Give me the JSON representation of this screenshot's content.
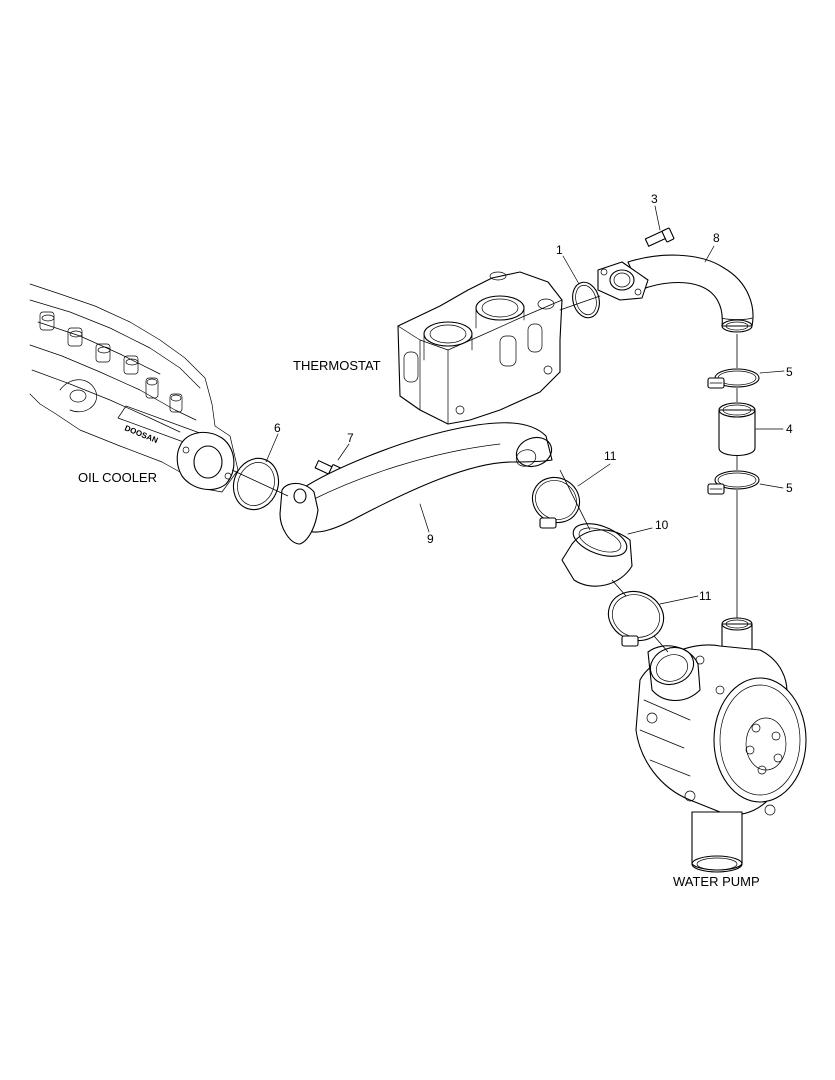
{
  "labels": {
    "oil_cooler": "OIL COOLER",
    "thermostat": "THERMOSTAT",
    "water_pump": "WATER PUMP",
    "logo_text": "DOOSAN"
  },
  "callouts": {
    "c1": "1",
    "c3": "3",
    "c8": "8",
    "c5a": "5",
    "c4": "4",
    "c5b": "5",
    "c6": "6",
    "c7": "7",
    "c9": "9",
    "c11a": "11",
    "c10": "10",
    "c11b": "11"
  }
}
